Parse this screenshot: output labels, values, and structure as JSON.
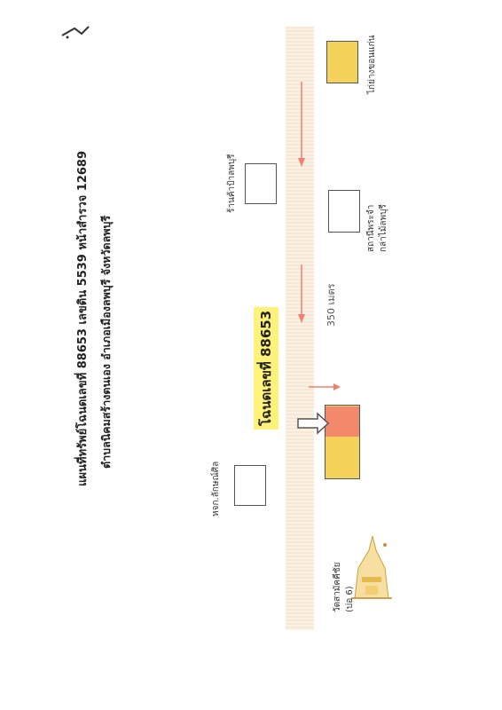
{
  "title": {
    "line1": "แผนที่ทรัพย์โฉนดเลขที่ 88653 เลขดิน 5539 หน้าสำรวจ 12689",
    "line2": "ตำบลนิคมสร้างตนเอง อำเภอเมืองลพบุรี จังหวัดลพบุรี"
  },
  "plot_label": "โฉนดเลขที่ 88653",
  "distance_label": "350 เมตร",
  "landmarks": {
    "top_right": "ไก่ย่างขอนแก่น",
    "shop": "ร้านค้าป้าลพบุรี",
    "station": "สถานีพระจำ\nกล่าไม้ลพบุรี",
    "lane": "หจก.ลักษณ์ศิล",
    "temple": "วัดสามัคคีชัย\n(บ่อ 6)"
  },
  "colors": {
    "road": "#f7e8d6",
    "plot_fill": "#f5d25a",
    "plot_mark": "#f07070",
    "arrow": "#f08070",
    "highlight": "#fff27a"
  }
}
